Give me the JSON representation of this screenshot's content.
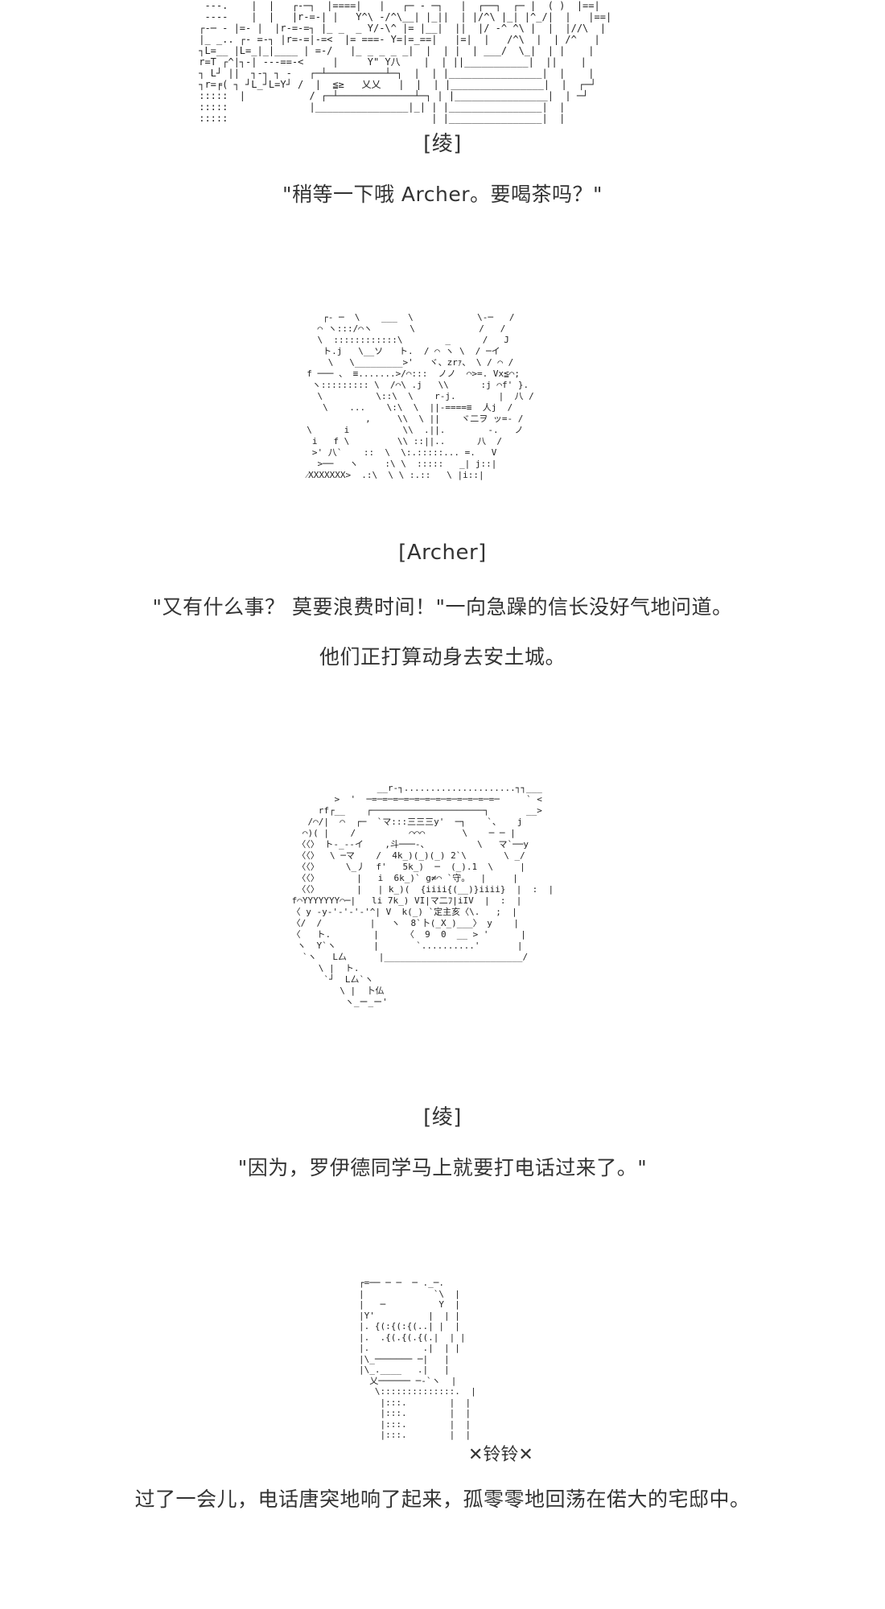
{
  "scene1": {
    "speaker": "[绫]",
    "dialogue": "\"稍等一下哦 Archer。要喝茶吗？\""
  },
  "scene2": {
    "speaker": "[Archer]",
    "dialogue": "\"又有什么事？ 莫要浪费时间！\"一向急躁的信长没好气地问道。",
    "narration": "他们正打算动身去安土城。"
  },
  "scene3": {
    "speaker": "[绫]",
    "dialogue": "\"因为，罗伊德同学马上就要打电话过来了。\""
  },
  "scene4": {
    "sound_effect": "✕铃铃✕",
    "narration": "过了一会儿，电话唐突地响了起来，孤零零地回荡在偌大的宅邸中。"
  }
}
